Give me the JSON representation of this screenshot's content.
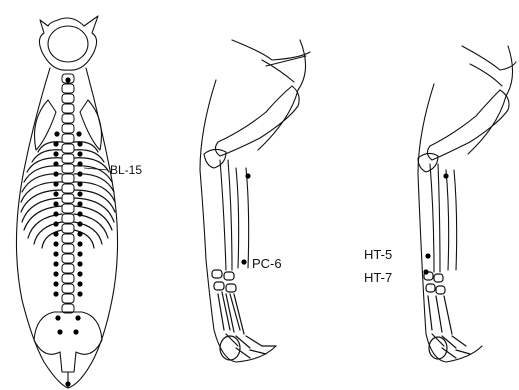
{
  "labels": {
    "bl15": "BL-15",
    "pc6": "PC-6",
    "ht5": "HT-5",
    "ht7": "HT-7"
  },
  "colors": {
    "ink": "#111111",
    "point": "#000000",
    "background": "#ffffff"
  }
}
